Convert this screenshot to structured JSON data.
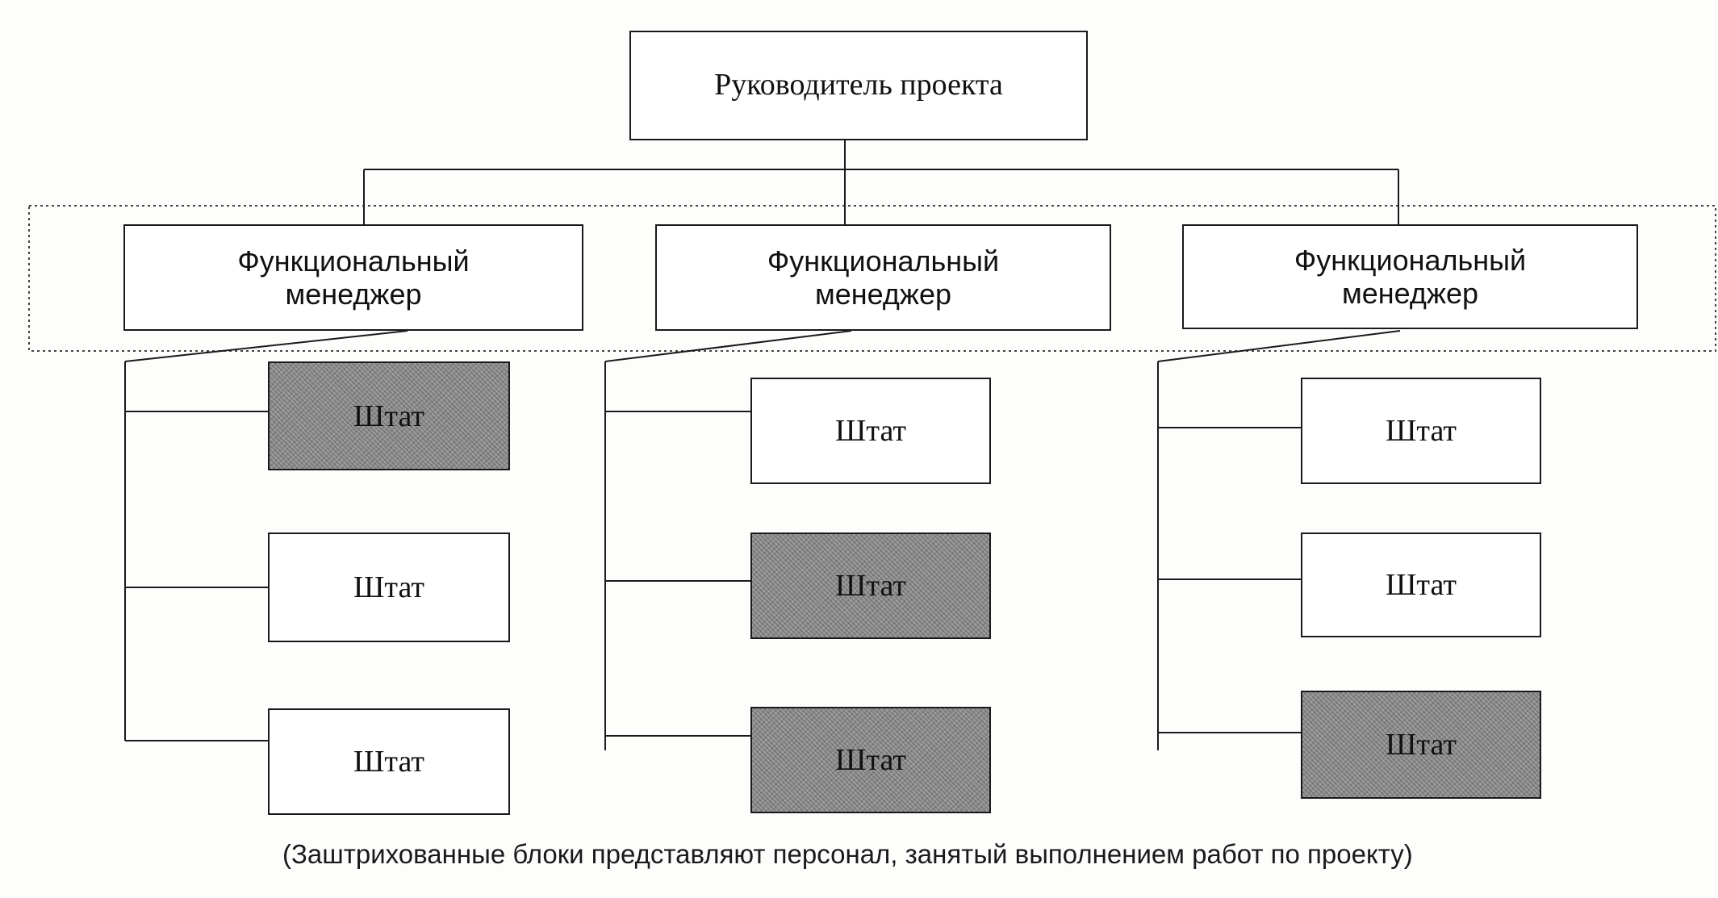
{
  "diagram": {
    "root": {
      "label": "Руководитель проекта"
    },
    "managers": [
      {
        "label": "Функциональный\nменеджер",
        "staff": [
          {
            "label": "Штат",
            "project": true
          },
          {
            "label": "Штат",
            "project": false
          },
          {
            "label": "Штат",
            "project": false
          }
        ]
      },
      {
        "label": "Функциональный\nменеджер",
        "staff": [
          {
            "label": "Штат",
            "project": false
          },
          {
            "label": "Штат",
            "project": true
          },
          {
            "label": "Штат",
            "project": true
          }
        ]
      },
      {
        "label": "Функциональный\nменеджер",
        "staff": [
          {
            "label": "Штат",
            "project": false
          },
          {
            "label": "Штат",
            "project": false
          },
          {
            "label": "Штат",
            "project": true
          }
        ]
      }
    ],
    "caption": "(Заштрихованные блоки представляют персонал, занятый выполнением работ по проекту)"
  },
  "colors": {
    "line": "#1a1a1a",
    "shaded_fill": "#8c8c8c",
    "box_fill": "#ffffff"
  }
}
